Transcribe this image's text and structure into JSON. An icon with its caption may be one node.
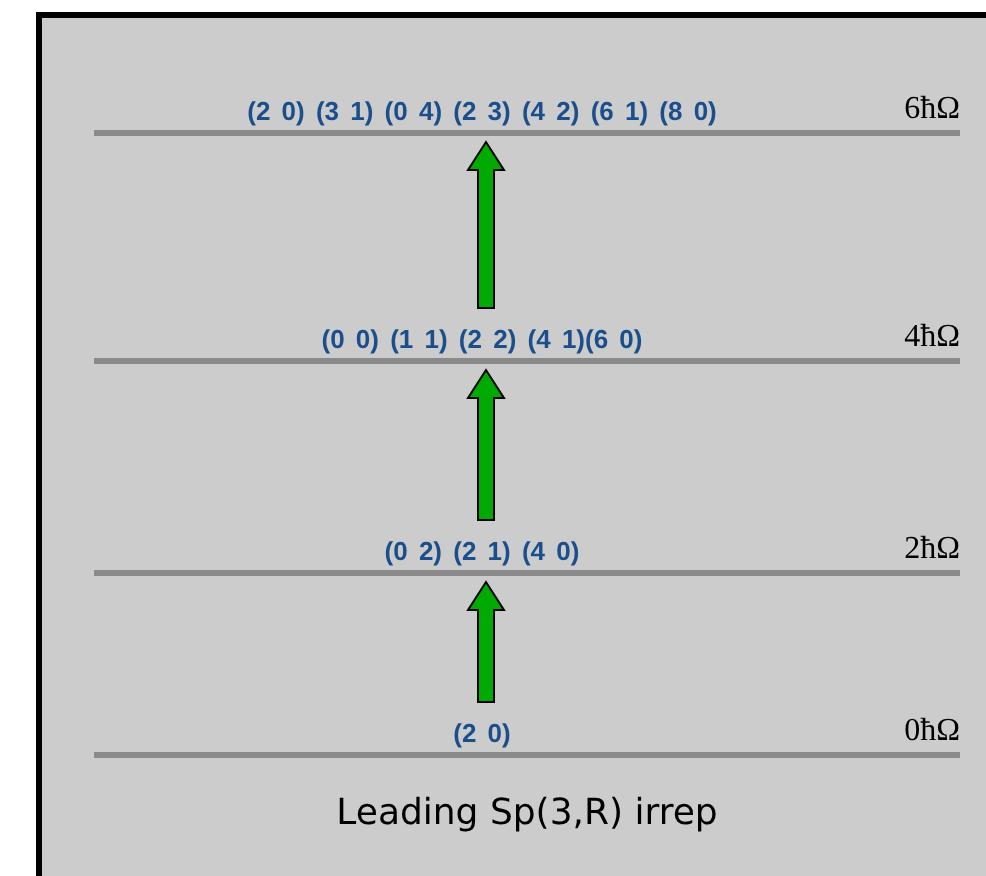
{
  "diagram": {
    "caption": "Leading Sp(3,R) irrep",
    "nodes": [
      {
        "text": [
          "(2 0) (3 1) (0 4) (2 3) (4 2) (6 1) (8 0)",
          "6ħΩ"
        ]
      },
      {
        "text": [
          "(0 0) (1 1) (2 2) (4 1)(6 0)",
          "4ħΩ"
        ]
      },
      {
        "text": [
          "(0 2) (2 1) (4 0)",
          "2ħΩ"
        ]
      },
      {
        "text": [
          "(2 0)",
          "0ħΩ"
        ]
      }
    ],
    "edges": [
      {
        "from": 3,
        "to": 2,
        "arrow": "to"
      },
      {
        "from": 2,
        "to": 1,
        "arrow": "to"
      },
      {
        "from": 1,
        "to": 0,
        "arrow": "to"
      }
    ]
  }
}
